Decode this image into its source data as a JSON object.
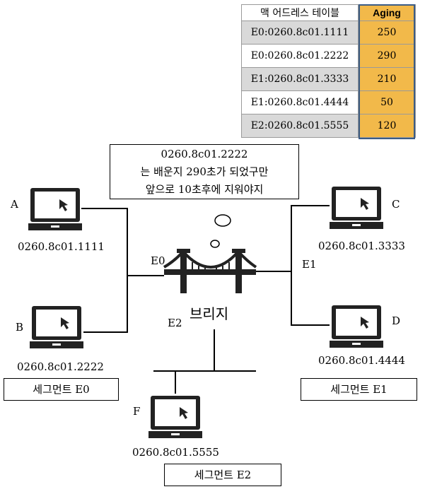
{
  "mac_table": {
    "header_mac": "맥 어드레스 테이블",
    "header_aging": "Aging",
    "rows": [
      {
        "mac": "E0:0260.8c01.1111",
        "aging": "250"
      },
      {
        "mac": "E0:0260.8c01.2222",
        "aging": "290"
      },
      {
        "mac": "E1:0260.8c01.3333",
        "aging": "210"
      },
      {
        "mac": "E1:0260.8c01.4444",
        "aging": "50"
      },
      {
        "mac": "E2:0260.8c01.5555",
        "aging": "120"
      }
    ]
  },
  "speech": {
    "line1": "0260.8c01.2222",
    "line2": "는 배운지 290초가 되었구만",
    "line3": "앞으로 10초후에 지워야지"
  },
  "hosts": {
    "a": {
      "letter": "A",
      "mac": "0260.8c01.1111"
    },
    "b": {
      "letter": "B",
      "mac": "0260.8c01.2222"
    },
    "c": {
      "letter": "C",
      "mac": "0260.8c01.3333"
    },
    "d": {
      "letter": "D",
      "mac": "0260.8c01.4444"
    },
    "f": {
      "letter": "F",
      "mac": "0260.8c01.5555"
    }
  },
  "ports": {
    "e0": "E0",
    "e1": "E1",
    "e2": "E2"
  },
  "bridge_label": "브리지",
  "segments": {
    "e0": "세그먼트 E0",
    "e1": "세그먼트 E1",
    "e2": "세그먼트 E2"
  },
  "icons": {
    "laptop": "laptop-icon",
    "bridge": "bridge-icon",
    "thought": "thought-bubble-icon"
  }
}
